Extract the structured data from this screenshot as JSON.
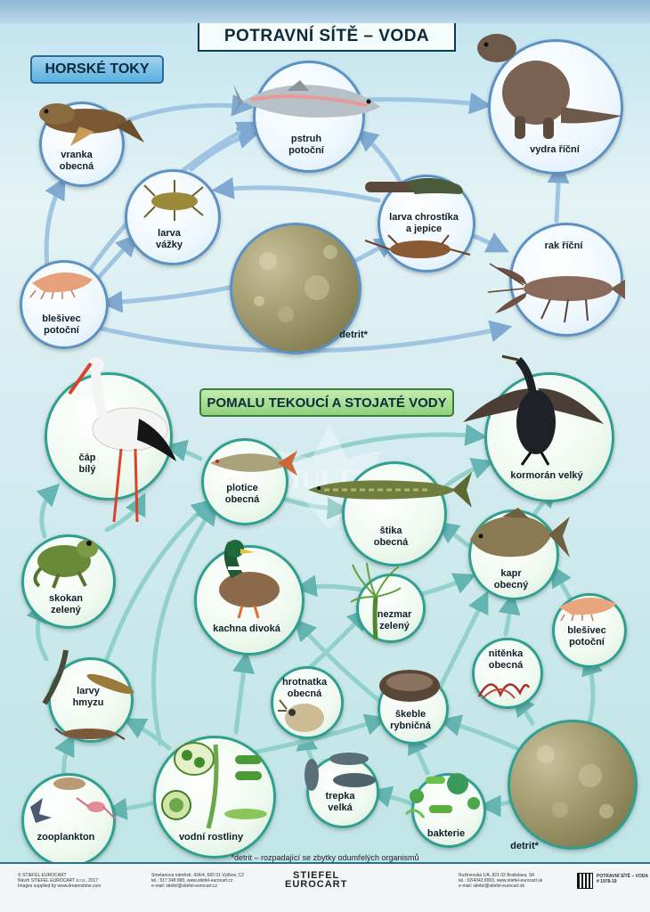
{
  "title": "POTRAVNÍ SÍTĚ – VODA",
  "sections": {
    "mountain": "HORSKÉ TOKY",
    "slow": "POMALU TEKOUCÍ A STOJATÉ VODY"
  },
  "nodes": {
    "vranka": {
      "line1": "vranka",
      "line2": "obecná",
      "icon": "sculpin-fish-icon"
    },
    "pstruh": {
      "line1": "pstruh",
      "line2": "potoční",
      "icon": "trout-icon"
    },
    "vydra": {
      "line1": "vydra říční",
      "icon": "otter-icon"
    },
    "larva_vazky": {
      "line1": "larva",
      "line2": "vážky",
      "icon": "dragonfly-larva-icon"
    },
    "larva_chrost": {
      "line1": "larva chrostíka",
      "line2": "a jepice",
      "icon": "caddisfly-larva-icon"
    },
    "blesivec_a": {
      "line1": "blešivec",
      "line2": "potoční",
      "icon": "amphipod-icon"
    },
    "detrit_a": {
      "line1": "detrit*",
      "icon": "detritus-icon"
    },
    "rak": {
      "line1": "rak říční",
      "icon": "crayfish-icon"
    },
    "cap": {
      "line1": "čáp",
      "line2": "bílý",
      "icon": "stork-icon"
    },
    "plotice": {
      "line1": "plotice",
      "line2": "obecná",
      "icon": "roach-fish-icon"
    },
    "stika": {
      "line1": "štika",
      "line2": "obecná",
      "icon": "pike-icon"
    },
    "kormoran": {
      "line1": "kormorán velký",
      "icon": "cormorant-icon"
    },
    "skokan": {
      "line1": "skokan",
      "line2": "zelený",
      "icon": "frog-icon"
    },
    "kachna": {
      "line1": "kachna divoká",
      "icon": "duck-icon"
    },
    "nezmar": {
      "line1": "nezmar",
      "line2": "zelený",
      "icon": "hydra-icon"
    },
    "kapr": {
      "line1": "kapr",
      "line2": "obecný",
      "icon": "carp-icon"
    },
    "blesivec_b": {
      "line1": "blešivec",
      "line2": "potoční",
      "icon": "amphipod-icon"
    },
    "larvy_hmyzu": {
      "line1": "larvy",
      "line2": "hmyzu",
      "icon": "insect-larvae-icon"
    },
    "hrotnatka": {
      "line1": "hrotnatka",
      "line2": "obecná",
      "icon": "daphnia-icon"
    },
    "skeble": {
      "line1": "škeble",
      "line2": "rybničná",
      "icon": "mussel-icon"
    },
    "nitenka": {
      "line1": "nitěnka",
      "line2": "obecná",
      "icon": "tubifex-icon"
    },
    "zooplankton": {
      "line1": "zooplankton",
      "icon": "zooplankton-icon"
    },
    "vodni_rostliny": {
      "line1": "vodní rostliny",
      "icon": "water-plants-icon"
    },
    "trepka": {
      "line1": "trepka",
      "line2": "velká",
      "icon": "paramecium-icon"
    },
    "bakterie": {
      "line1": "bakterie",
      "icon": "bacteria-icon"
    },
    "detrit_b": {
      "line1": "detrit*",
      "icon": "detritus-icon"
    }
  },
  "footnote": "*detrit – rozpadající se zbytky odumřelých organismů",
  "watermark": "MULTIR",
  "footer": {
    "copyright_1": "© STIEFEL EUROCART",
    "copyright_2": "Návrh STIEFEL EUROCART s.r.o., 2017",
    "copyright_3": "Images supplied by www.dreamstime.com",
    "address_cz_1": "Smetanova náměstí, 434/4, 682 01 Vyškov, CZ",
    "address_cz_2": "tel.: 517 348 880, www.stiefel-eurocart.cz",
    "address_cz_3": "e-mail: stiefel@stiefel-eurocart.cz",
    "logo_top": "STIEFEL",
    "logo_bottom": "EUROCART",
    "address_sk_1": "Ružinovská 1/A, 821 02 Bratislava, SK",
    "address_sk_2": "tel.: 02/4343 8903, www.stiefel-eurocart.sk",
    "address_sk_3": "e-mail: stiefel@stiefel-eurocart.sk",
    "product_name": "POTRAVNÍ SÍTĚ – VODA",
    "product_code": "# 1978-19"
  }
}
